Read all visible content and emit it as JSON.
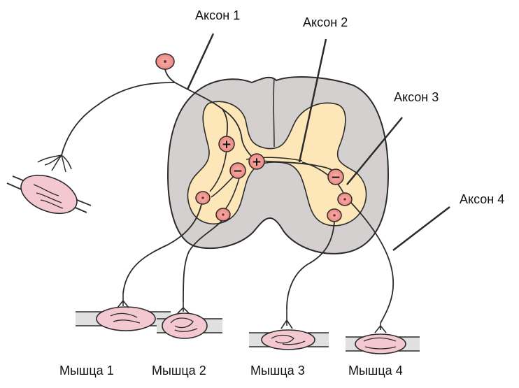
{
  "axon_labels": {
    "axon1": "Аксон 1",
    "axon2": "Аксон 2",
    "axon3": "Аксон 3",
    "axon4": "Аксон 4"
  },
  "muscle_labels": {
    "muscle1": "Мышца 1",
    "muscle2": "Мышца 2",
    "muscle3": "Мышца 3",
    "muscle4": "Мышца 4"
  },
  "synapse_signs": {
    "excitatory": "+",
    "inhibitory": "−"
  },
  "colors": {
    "white_matter": "#d4d0cf",
    "grey_matter": "#fde6b8",
    "neuron_body": "#f29a96",
    "muscle_fill": "#f4c8d0",
    "tendon": "#e0e0e0",
    "line": "#2b2b2b"
  }
}
